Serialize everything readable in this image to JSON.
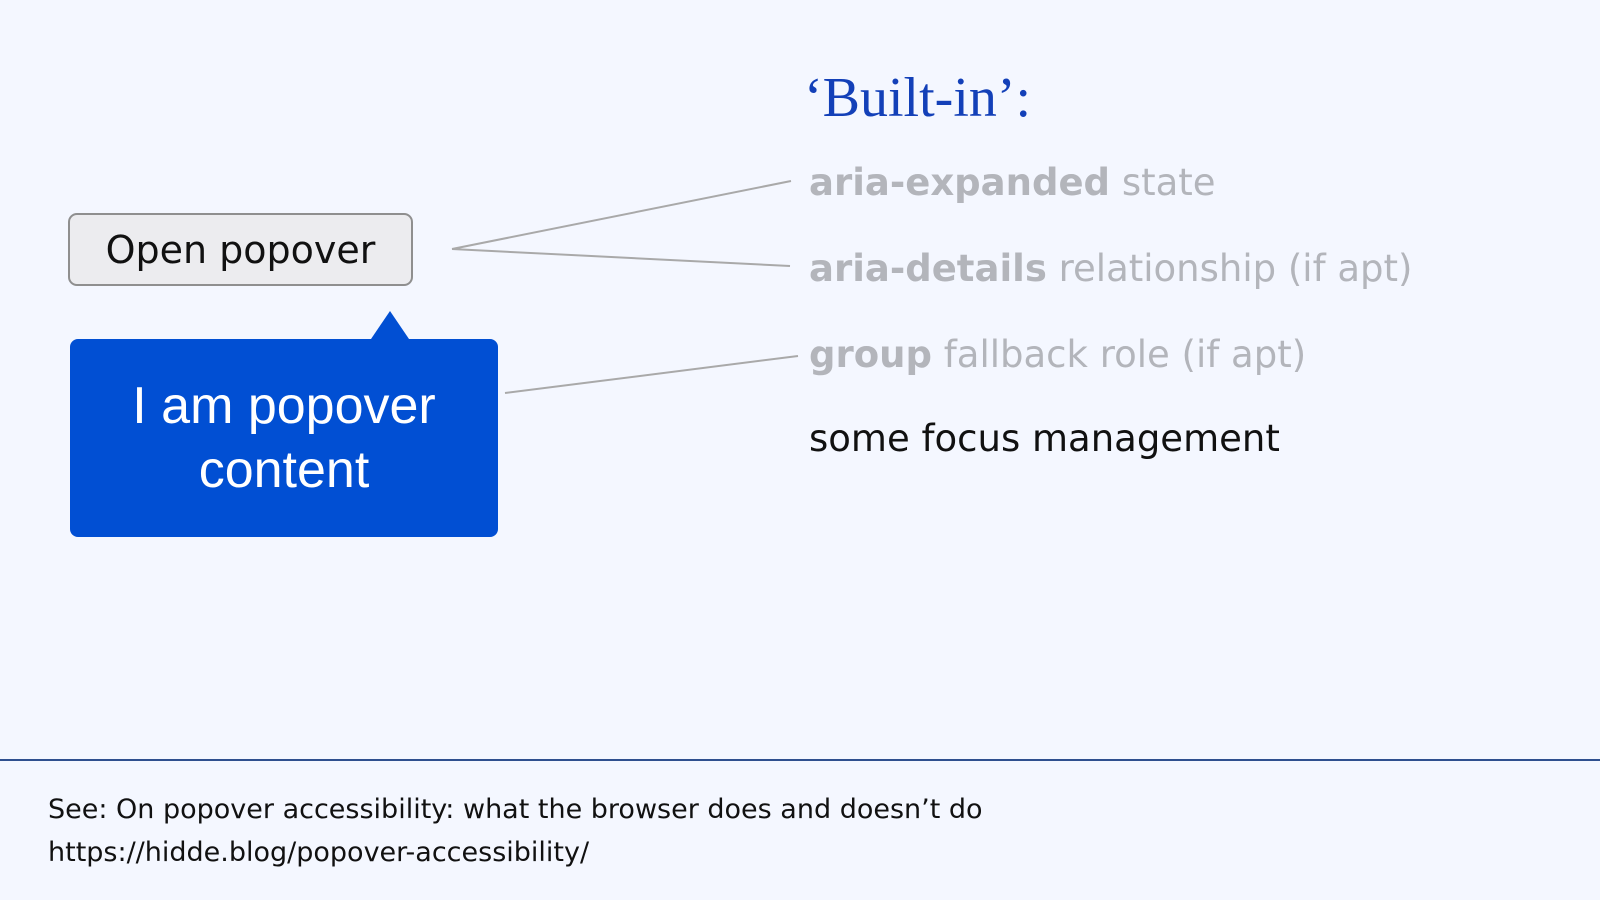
{
  "slide": {
    "heading": "‘Built-in’:",
    "demo": {
      "button_label": "Open popover",
      "popover_text": "I am popover content"
    },
    "features": [
      {
        "term": "aria-expanded",
        "rest": "state",
        "highlighted": false
      },
      {
        "term": "aria-details",
        "rest": "relationship (if apt)",
        "highlighted": false
      },
      {
        "term": "group",
        "rest": "fallback role (if apt)",
        "highlighted": false
      },
      {
        "term": "",
        "rest": "some focus management",
        "highlighted": true
      }
    ],
    "footer": {
      "reference": "See: On popover accessibility: what the browser does and doesn’t do",
      "url": "https://hidde.blog/popover-accessibility/"
    }
  },
  "colors": {
    "background": "#f4f7ff",
    "accent": "#1340b8",
    "popover": "#014fd3",
    "dim_text": "#b3b5bb",
    "divider": "#2e4f8f"
  }
}
